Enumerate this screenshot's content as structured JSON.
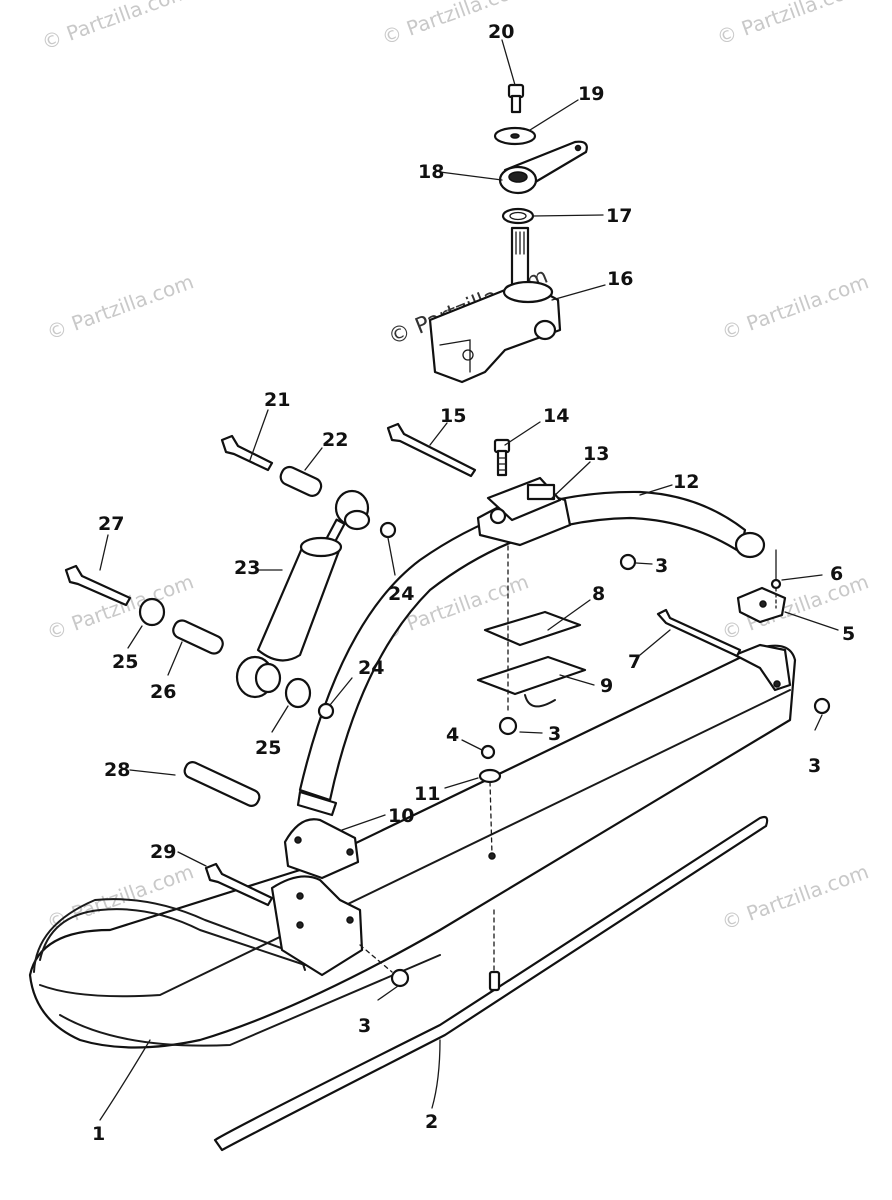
{
  "watermark": {
    "text": "© Partzilla.com",
    "center_text": "© Partzilla.com"
  },
  "callouts": [
    {
      "id": "c1",
      "label": "1"
    },
    {
      "id": "c2",
      "label": "2"
    },
    {
      "id": "c3a",
      "label": "3"
    },
    {
      "id": "c3b",
      "label": "3"
    },
    {
      "id": "c3c",
      "label": "3"
    },
    {
      "id": "c3d",
      "label": "3"
    },
    {
      "id": "c4",
      "label": "4"
    },
    {
      "id": "c5",
      "label": "5"
    },
    {
      "id": "c6",
      "label": "6"
    },
    {
      "id": "c7",
      "label": "7"
    },
    {
      "id": "c8",
      "label": "8"
    },
    {
      "id": "c9",
      "label": "9"
    },
    {
      "id": "c10",
      "label": "10"
    },
    {
      "id": "c11",
      "label": "11"
    },
    {
      "id": "c12",
      "label": "12"
    },
    {
      "id": "c13",
      "label": "13"
    },
    {
      "id": "c14",
      "label": "14"
    },
    {
      "id": "c15",
      "label": "15"
    },
    {
      "id": "c16",
      "label": "16"
    },
    {
      "id": "c17",
      "label": "17"
    },
    {
      "id": "c18",
      "label": "18"
    },
    {
      "id": "c19",
      "label": "19"
    },
    {
      "id": "c20",
      "label": "20"
    },
    {
      "id": "c21",
      "label": "21"
    },
    {
      "id": "c22",
      "label": "22"
    },
    {
      "id": "c23",
      "label": "23"
    },
    {
      "id": "c24a",
      "label": "24"
    },
    {
      "id": "c24b",
      "label": "24"
    },
    {
      "id": "c25a",
      "label": "25"
    },
    {
      "id": "c25b",
      "label": "25"
    },
    {
      "id": "c26",
      "label": "26"
    },
    {
      "id": "c27",
      "label": "27"
    },
    {
      "id": "c28",
      "label": "28"
    },
    {
      "id": "c29",
      "label": "29"
    }
  ]
}
